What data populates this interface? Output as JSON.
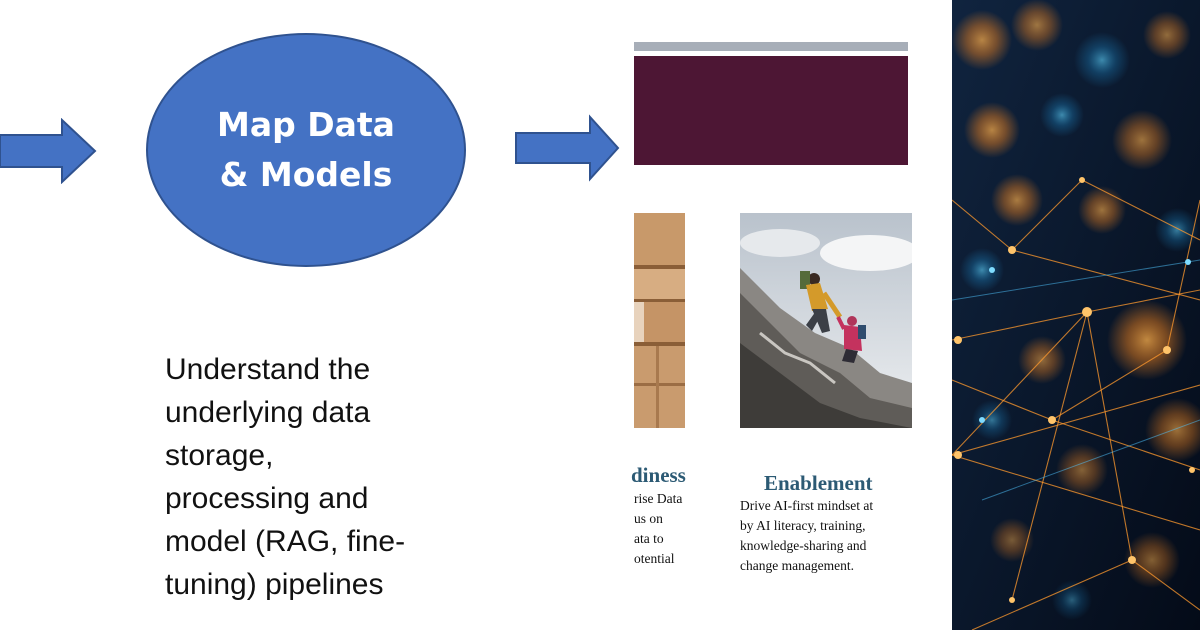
{
  "diagram": {
    "step_label_line1": "Map Data",
    "step_label_line2": "& Models",
    "description_lines": [
      "Understand the",
      "underlying data",
      "storage,",
      "processing and",
      "model (RAG, fine-",
      "tuning) pipelines"
    ]
  },
  "slide": {
    "left_card": {
      "heading": "diness",
      "lines": [
        "rise Data",
        "us on",
        "ata to",
        "otential"
      ]
    },
    "right_card": {
      "heading": "Enablement",
      "lines": [
        "Drive AI-first mindset at",
        "by AI literacy, training,",
        "knowledge-sharing and",
        "change management."
      ]
    }
  },
  "colors": {
    "ellipse_fill": "#4472c4",
    "arrow_fill": "#4472c4",
    "slide_header": "#4d1634",
    "slide_heading_text": "#2c5a74",
    "network_glow": "#ff9a2e"
  },
  "icons": {
    "arrow_left": "right-arrow-icon",
    "arrow_right": "right-arrow-icon"
  }
}
